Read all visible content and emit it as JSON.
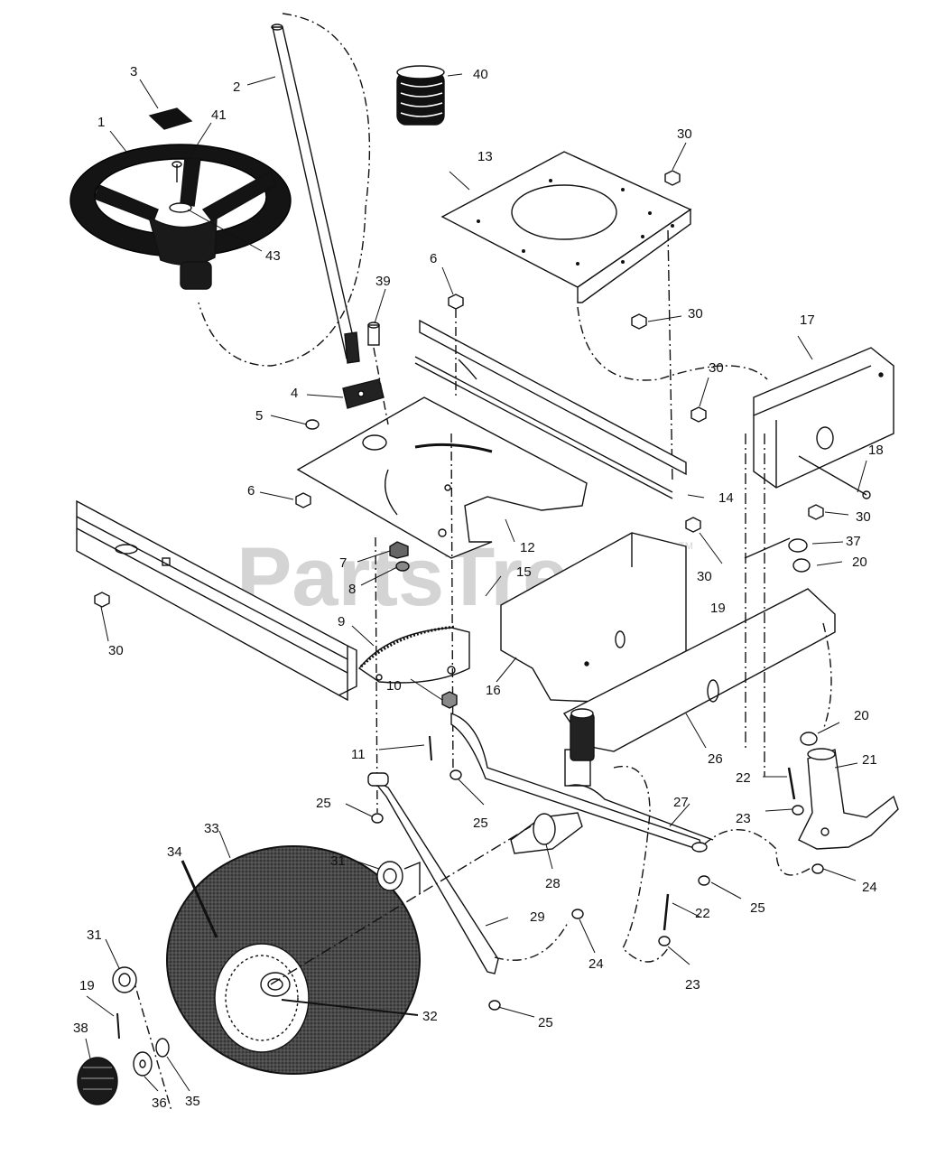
{
  "watermark": {
    "text": "PartsTree",
    "trademark": "TM"
  },
  "callouts": {
    "p1": "1",
    "p2": "2",
    "p3": "3",
    "p4": "4",
    "p5": "5",
    "p6a": "6",
    "p6b": "6",
    "p7": "7",
    "p8": "8",
    "p9": "9",
    "p10": "10",
    "p11": "11",
    "p12": "12",
    "p13": "13",
    "p14": "14",
    "p15": "15",
    "p16": "16",
    "p17": "17",
    "p18": "18",
    "p19a": "19",
    "p19b": "19",
    "p20a": "20",
    "p20b": "20",
    "p21": "21",
    "p22a": "22",
    "p22b": "22",
    "p23a": "23",
    "p23b": "23",
    "p24a": "24",
    "p24b": "24",
    "p25a": "25",
    "p25b": "25",
    "p25c": "25",
    "p25d": "25",
    "p26": "26",
    "p27": "27",
    "p28": "28",
    "p29": "29",
    "p30a": "30",
    "p30b": "30",
    "p30c": "30",
    "p30d": "30",
    "p30e": "30",
    "p30f": "30",
    "p31a": "31",
    "p31b": "31",
    "p32": "32",
    "p33": "33",
    "p34": "34",
    "p35": "35",
    "p36": "36",
    "p37": "37",
    "p38": "38",
    "p39": "39",
    "p40": "40",
    "p41": "41",
    "p43": "43"
  },
  "colors": {
    "ink": "#111111",
    "paper": "#ffffff",
    "watermark": "#d4d4d4",
    "tire": "#3a3a3a"
  }
}
